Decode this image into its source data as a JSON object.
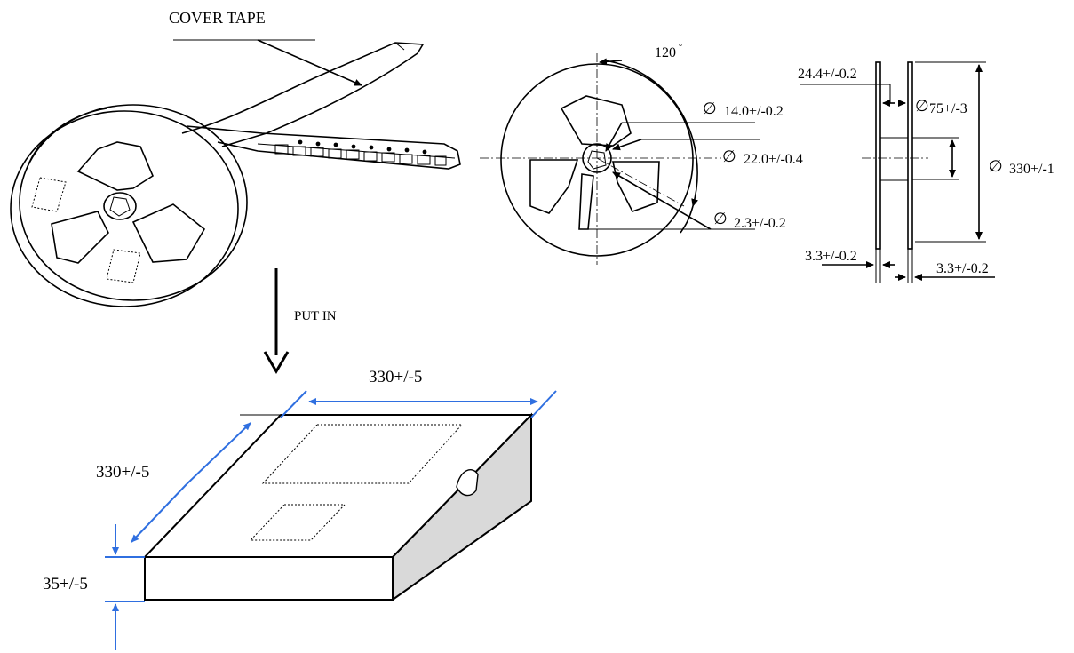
{
  "labels": {
    "cover_tape": "COVER TAPE",
    "put_in": "PUT IN",
    "angle": "120",
    "degree": "°",
    "phi": "∅",
    "hub_dia": "14.0+/-0.2",
    "hub_outer": "22.0+/-0.4",
    "slot": "2.3+/-0.2",
    "width": "24.4+/-0.2",
    "core": "75+/-3",
    "reel_dia": "330+/-1",
    "flange_left": "3.3+/-0.2",
    "flange_right": "3.3+/-0.2",
    "box_width": "330+/-5",
    "box_depth": "330+/-5",
    "box_height": "35+/-5"
  },
  "colors": {
    "line": "#000000",
    "dimension": "#2f6fe0",
    "box_side": "#d9d9d9"
  }
}
